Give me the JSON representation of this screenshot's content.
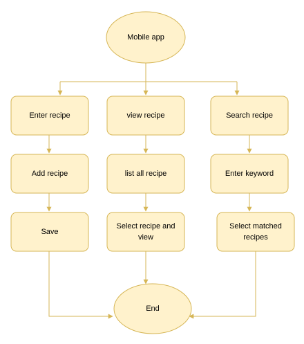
{
  "diagram": {
    "colors": {
      "node_fill": "#fff2cc",
      "node_stroke": "#d6b656",
      "edge": "#d6b656",
      "text": "#000000"
    },
    "nodes": {
      "mobile_app": "Mobile app",
      "enter_recipe": "Enter recipe",
      "view_recipe": "view recipe",
      "search_recipe": "Search recipe",
      "add_recipe": "Add recipe",
      "list_all_recipe": "list all recipe",
      "enter_keyword": "Enter keyword",
      "save": "Save",
      "select_recipe_and_view": [
        "Select recipe and",
        "view"
      ],
      "select_matched_recipes": [
        "Select matched",
        "recipes"
      ],
      "end": "End"
    }
  }
}
